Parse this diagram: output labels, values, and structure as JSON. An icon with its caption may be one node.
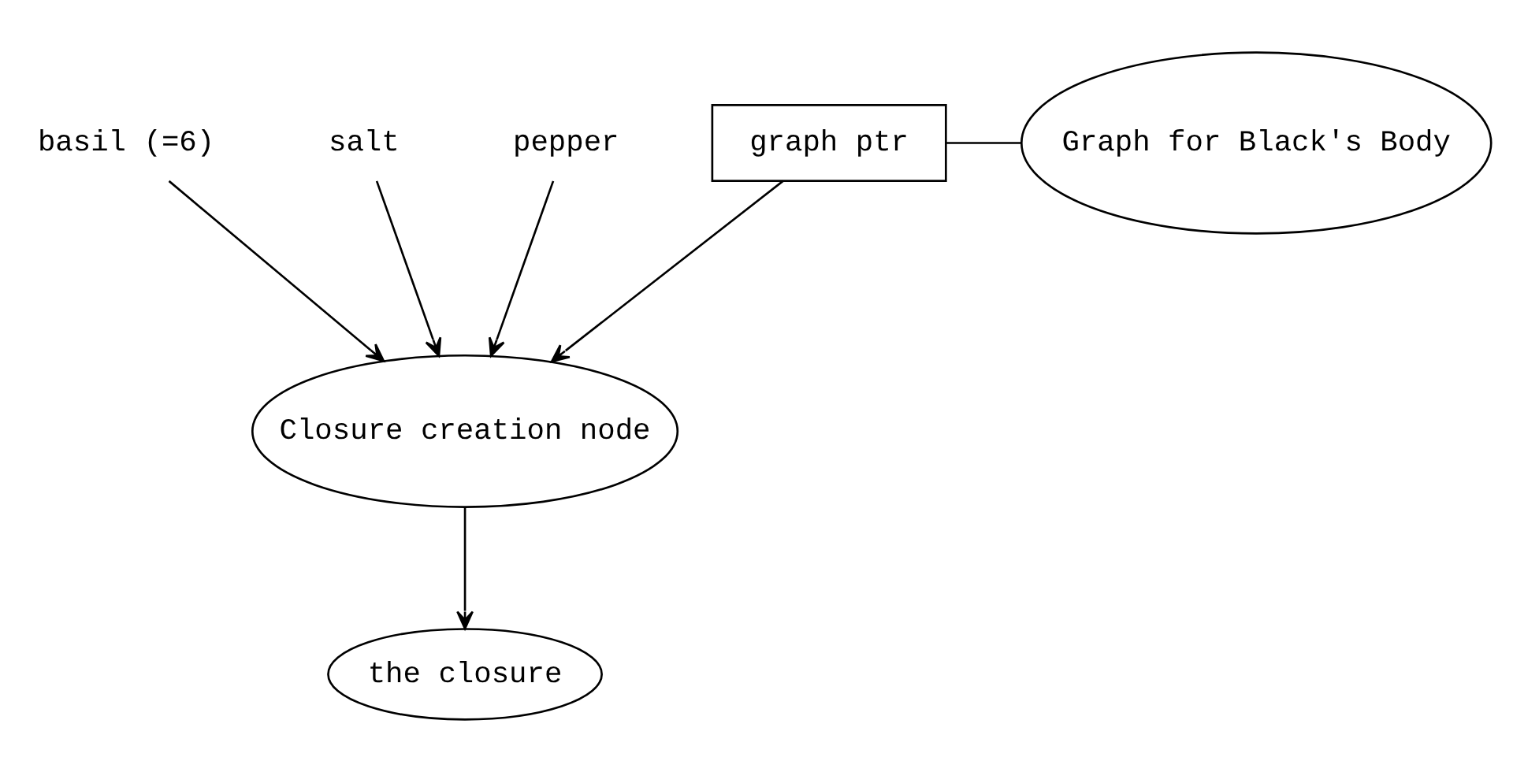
{
  "diagram": {
    "nodes": [
      {
        "text": [
          "basil (=6)"
        ]
      },
      {
        "text": [
          "salt"
        ]
      },
      {
        "text": [
          "pepper"
        ]
      },
      {
        "text": [
          "graph ptr"
        ]
      },
      {
        "text": [
          "Graph for Black's Body"
        ]
      },
      {
        "text": [
          "Closure creation node"
        ]
      },
      {
        "text": [
          "the closure"
        ]
      }
    ],
    "edges": [
      {
        "from": 0,
        "to": 5,
        "arrow": "to"
      },
      {
        "from": 1,
        "to": 5,
        "arrow": "to"
      },
      {
        "from": 2,
        "to": 5,
        "arrow": "to"
      },
      {
        "from": 3,
        "to": 5,
        "arrow": "to"
      },
      {
        "from": 3,
        "to": 4,
        "arrow": "none"
      },
      {
        "from": 5,
        "to": 6,
        "arrow": "to"
      }
    ]
  }
}
